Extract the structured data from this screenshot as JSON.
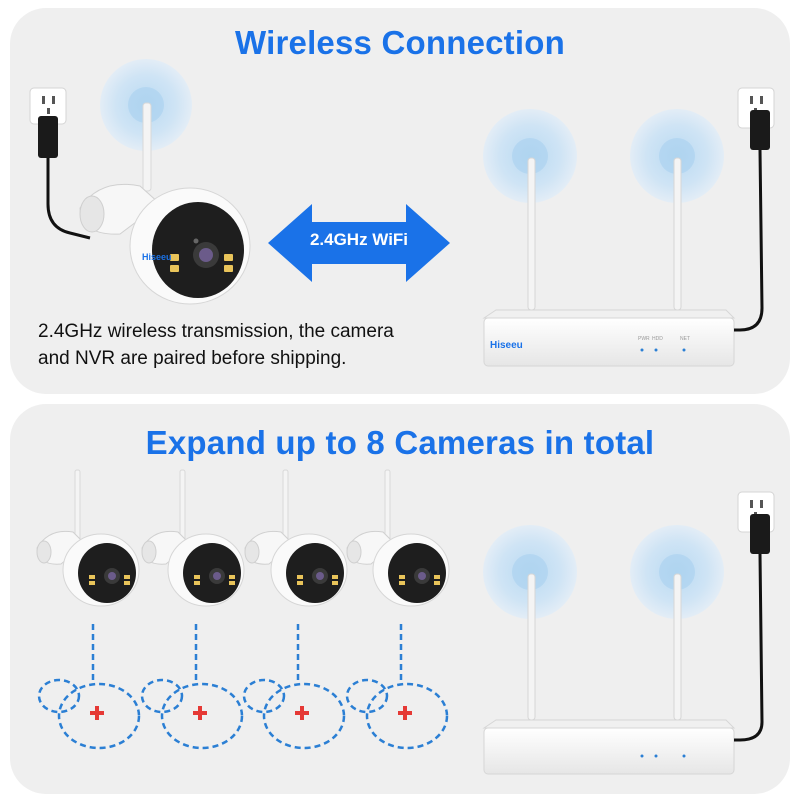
{
  "wireless": {
    "title": "Wireless Connection",
    "arrow_label": "2.4GHz WiFi",
    "description": [
      "2.4GHz wireless transmission, the camera",
      "and NVR are paired before shipping."
    ]
  },
  "expand": {
    "title": "Expand up to 8 Cameras in total",
    "camera_count_shown": 4,
    "placeholder_count": 4,
    "placeholder_symbol": "+"
  },
  "branding": {
    "brand": "Hiseeu",
    "nvr_indicators": [
      "PWR",
      "HDD",
      "NET"
    ]
  },
  "colors": {
    "accent": "#1a72e8",
    "panel": "#efefef",
    "placeholder_outline": "#2b7fd4",
    "plus": "#e53935"
  },
  "icons": [
    "power-outlet-icon",
    "power-adapter-icon",
    "wifi-signal-icon",
    "camera-icon",
    "nvr-icon",
    "double-arrow-icon"
  ]
}
